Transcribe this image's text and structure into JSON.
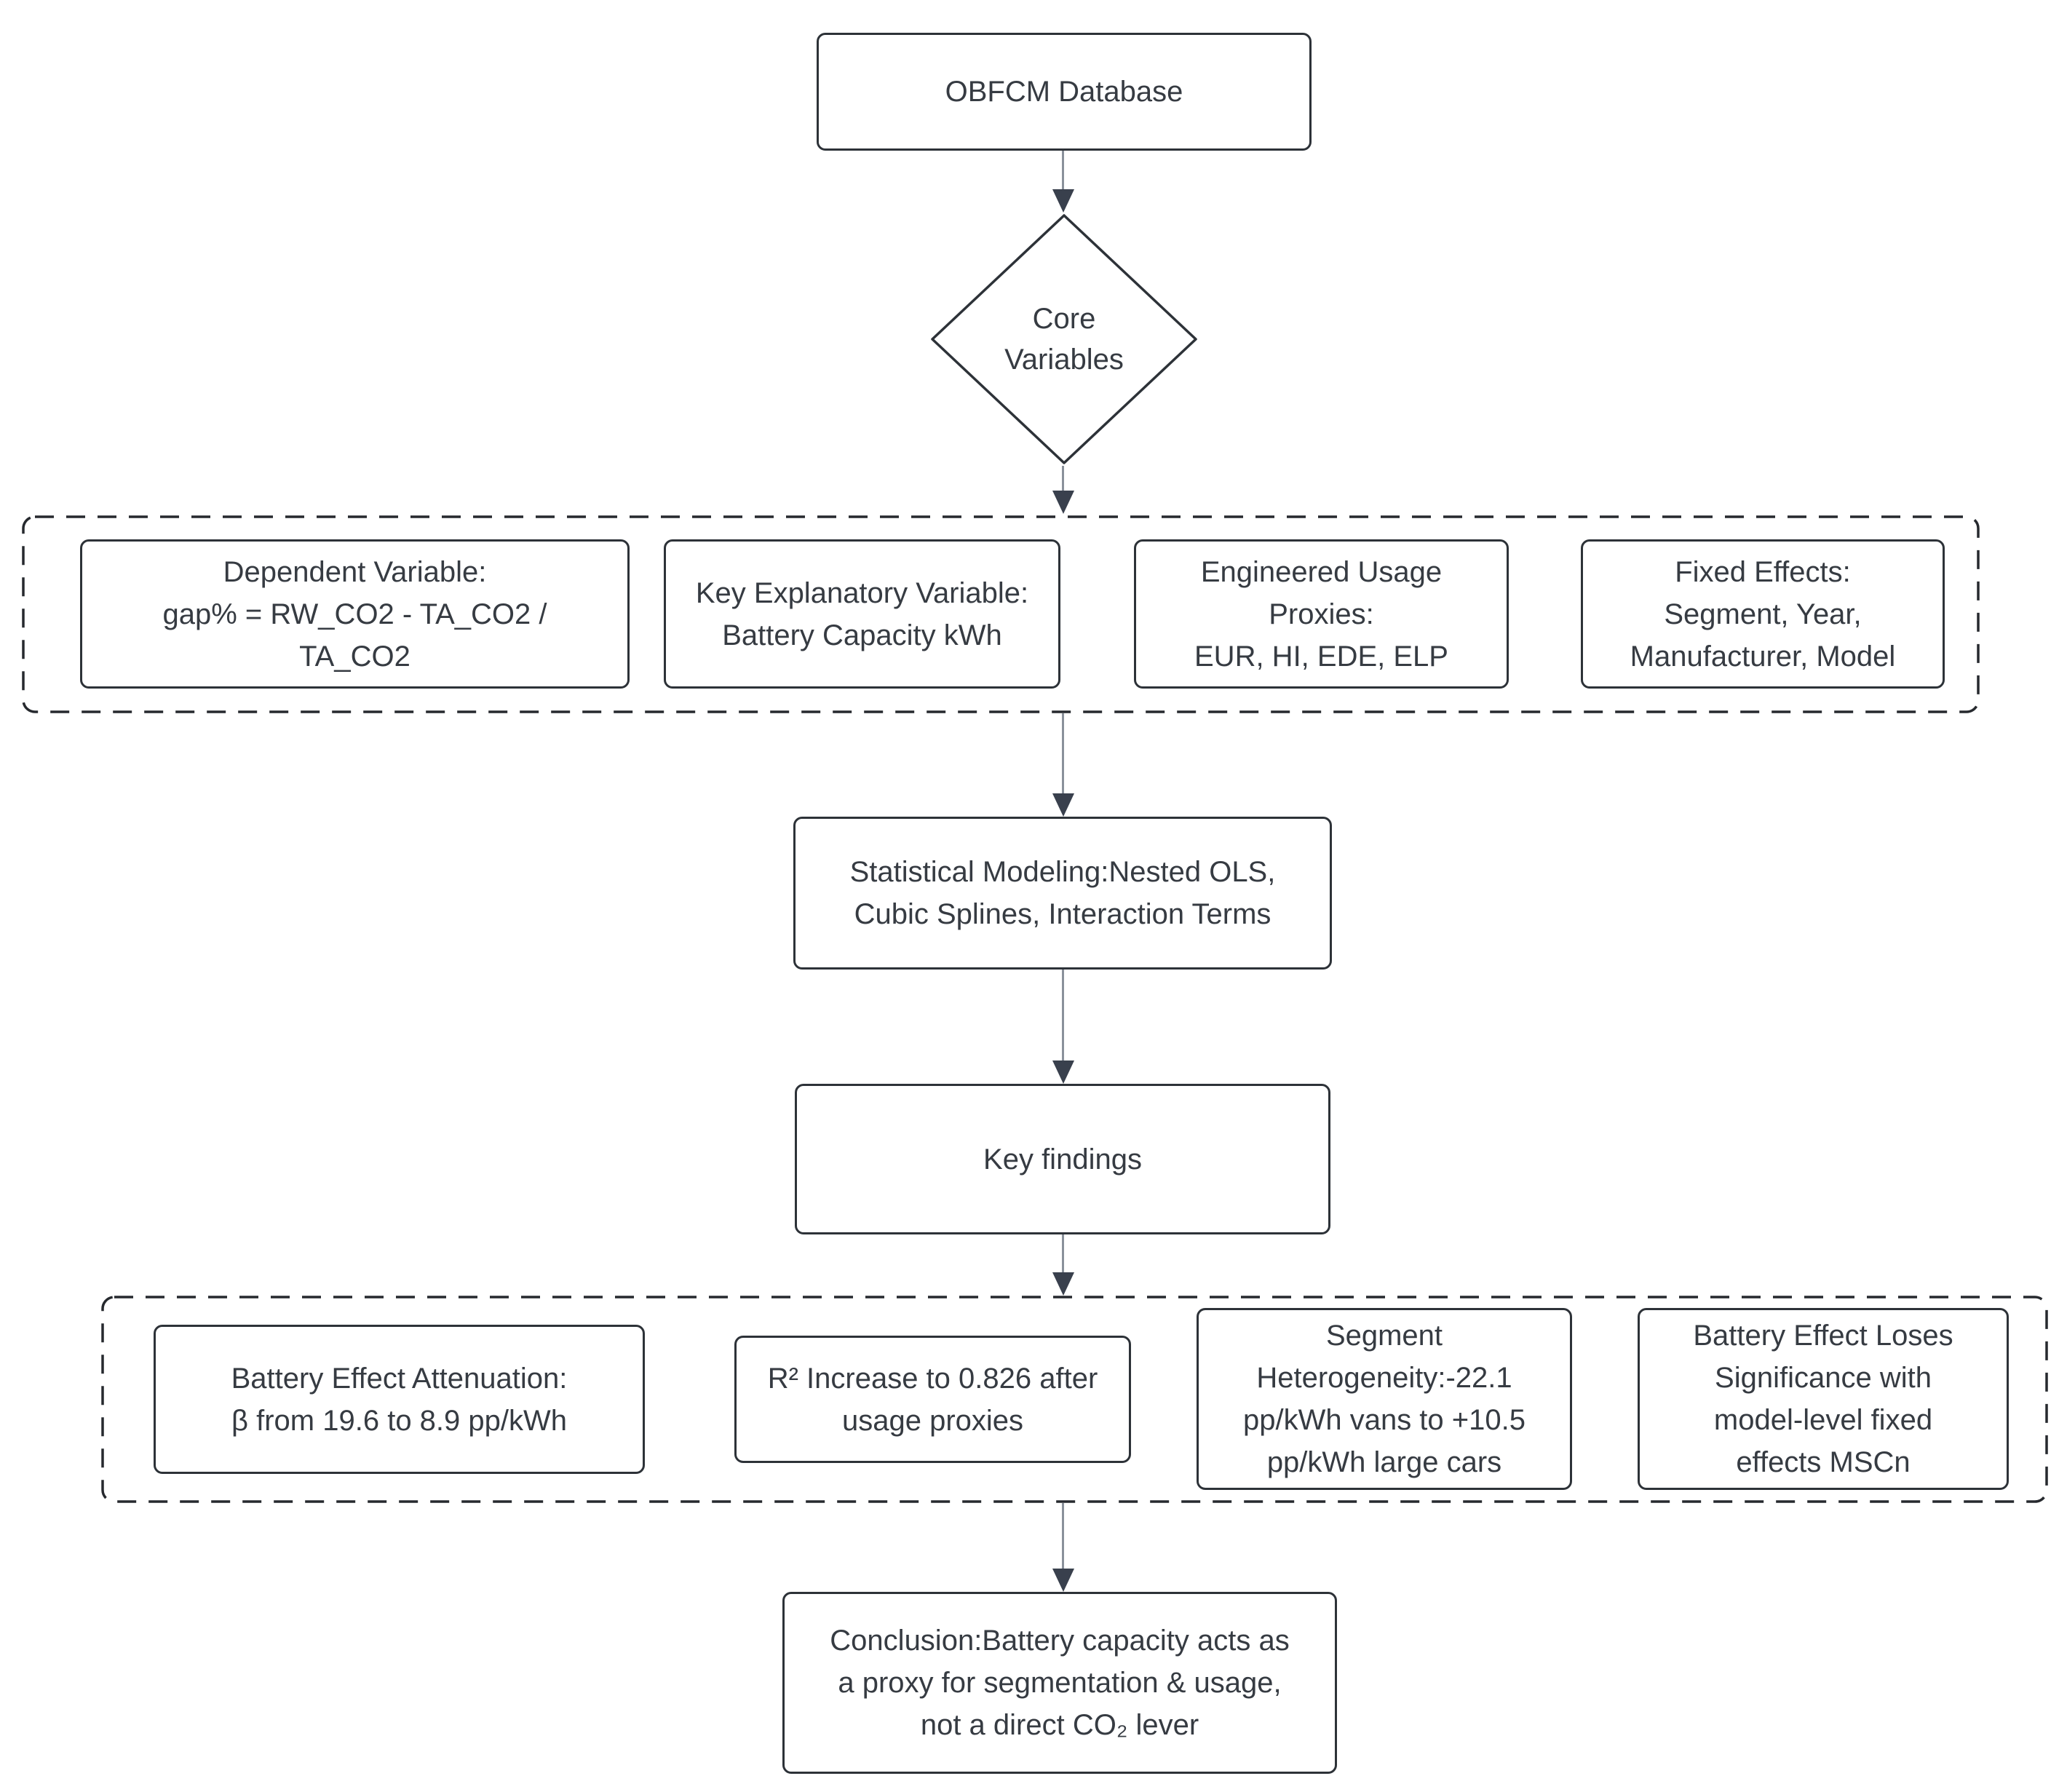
{
  "flow": {
    "database": "OBFCM Database",
    "decision": "Core\nVariables",
    "variables": [
      "Dependent Variable:\ngap% = RW_CO2 - TA_CO2 /\nTA_CO2",
      "Key Explanatory Variable:\nBattery Capacity kWh",
      "Engineered Usage\nProxies:\nEUR, HI, EDE, ELP",
      "Fixed Effects:\nSegment, Year,\nManufacturer, Model"
    ],
    "modeling": "Statistical Modeling:Nested OLS,\nCubic Splines, Interaction Terms",
    "key_findings": "Key findings",
    "findings": [
      "Battery Effect Attenuation:\nβ from 19.6 to 8.9 pp/kWh",
      "R² Increase to 0.826 after\nusage proxies",
      "Segment\nHeterogeneity:-22.1\npp/kWh vans to +10.5\npp/kWh large cars",
      "Battery Effect Loses\nSignificance with\nmodel-level fixed\neffects MSCn"
    ],
    "conclusion": "Conclusion:Battery capacity acts as\na proxy for segmentation & usage,\nnot a direct CO₂ lever"
  },
  "colors": {
    "background": "#ffffff",
    "border": "#2d3238",
    "text": "#363b42",
    "arrow_line": "#8a919b",
    "arrow_head": "#39404d",
    "dashed_border": "#26292e"
  }
}
